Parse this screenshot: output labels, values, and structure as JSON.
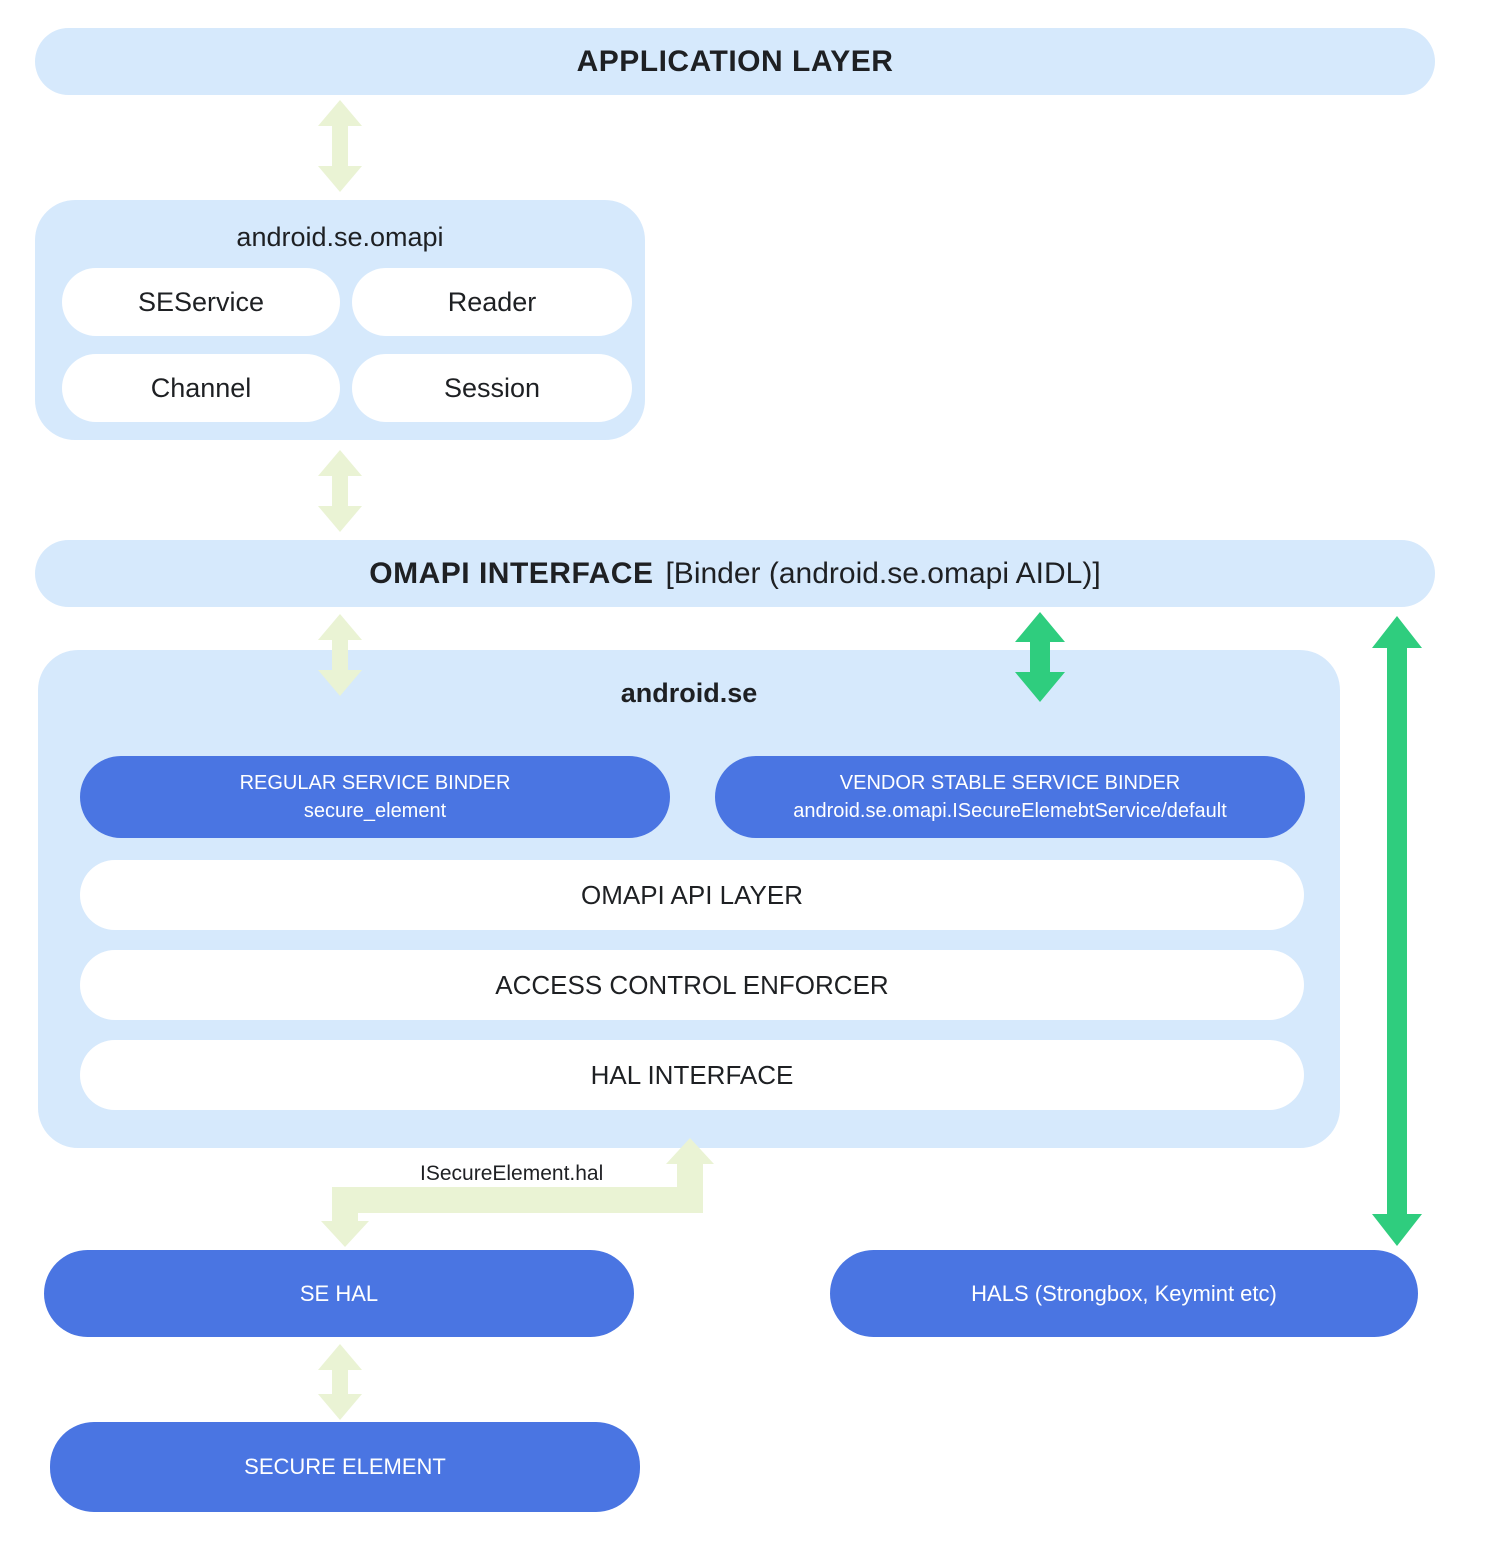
{
  "colors": {
    "light_blue": "#d6e9fc",
    "blue": "#4a75e2",
    "pale_green": "#eaf3d4",
    "green": "#2fcd7e",
    "text_dark": "#1e2023",
    "white": "#ffffff"
  },
  "application_layer": {
    "title": "APPLICATION LAYER"
  },
  "omapi_package": {
    "title": "android.se.omapi",
    "items": [
      "SEService",
      "Reader",
      "Channel",
      "Session"
    ]
  },
  "omapi_interface": {
    "title_bold": "OMAPI INTERFACE",
    "title_rest": "[Binder (android.se.omapi AIDL)]"
  },
  "android_se": {
    "title": "android.se",
    "regular_binder": {
      "line1": "REGULAR SERVICE BINDER",
      "line2": "secure_element"
    },
    "vendor_binder": {
      "line1": "VENDOR STABLE SERVICE BINDER",
      "line2": "android.se.omapi.ISecureElemebtService/default"
    },
    "layers": [
      "OMAPI API LAYER",
      "ACCESS CONTROL ENFORCER",
      "HAL INTERFACE"
    ]
  },
  "connections": {
    "hal_label": "ISecureElement.hal"
  },
  "bottom": {
    "se_hal": "SE HAL",
    "hals": "HALS (Strongbox, Keymint etc)",
    "secure_element": "SECURE ELEMENT"
  }
}
